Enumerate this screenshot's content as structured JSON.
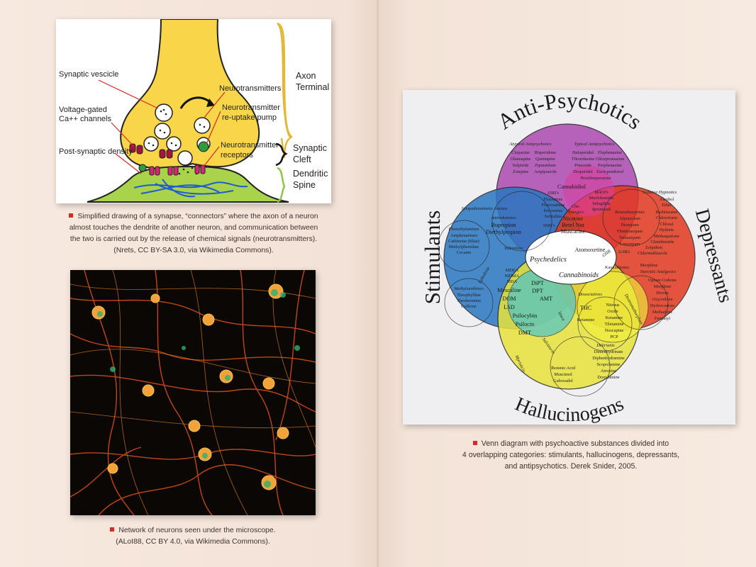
{
  "synapse_figure": {
    "labels": {
      "synaptic_vesicle": "Synaptic vescicle",
      "voltage_gated_1": "Voltage-gated",
      "voltage_gated_2": "Ca++ channels",
      "post_synaptic": "Post-synaptic density",
      "neurotransmitters": "Neurotransmitters",
      "reuptake_1": "Neurotransmitter",
      "reuptake_2": "re-uptake pump",
      "receptors_1": "Neurotransmitter",
      "receptors_2": "receptors",
      "axon_1": "Axon",
      "axon_2": "Terminal",
      "cleft_1": "Synaptic",
      "cleft_2": "Cleft",
      "spine_1": "Dendritic",
      "spine_2": "Spine"
    },
    "caption_lines": [
      "Simplified drawing of a synapse, “connectors” where the axon of a neuron",
      "almost touches the dendrite of another neuron, and communication between",
      "the two is carried out by the release of chemical signals (neurotransmitters).",
      "(Nrets, CC BY-SA 3.0, via Wikimedia Commons)."
    ]
  },
  "neurons_figure": {
    "caption_lines": [
      "Network of neurons seen under the microscope.",
      "(ALoI88, CC BY 4.0, via Wikimedia Commons)."
    ]
  },
  "venn_figure": {
    "titles": {
      "top": "Anti-Psychotics",
      "left": "Stimulants",
      "right": "Depressants",
      "bottom": "Hallucinogens"
    },
    "regions": {
      "atypical_title": "Atypical Antipsychotics",
      "typical_title": "Typical Antipsychotics",
      "atypical_items": [
        "Clopazine",
        "Olanzapine",
        "Sulpiride",
        "Zotepine"
      ],
      "atypical_items_2": [
        "Risperidone",
        "Quetiapine",
        "Ziprasidone",
        "Aripiprazole"
      ],
      "typical_items": [
        "Haloperidol",
        "Thioridazine",
        "Pimozide",
        "Droperidol"
      ],
      "typical_items_2": [
        "Fluphenazine",
        "Chlorpromazine",
        "Perphenazine",
        "Zuclopenthixol"
      ],
      "prochlorperazine": "Prochlorperazine",
      "cannabidiol": "Cannabidiol",
      "ssri_title": "SSRI's",
      "ssri_items": [
        "Fluoxetine",
        "Fluvoxamine",
        "Paroxetine",
        "Sertraline"
      ],
      "maoi_title": "MAOI's",
      "maoi_items": [
        "Moclobemide",
        "Selegiline",
        "Iproniazid"
      ],
      "snri": "SNRI's",
      "cholinergics_1": "Cho-",
      "cholinergics_2": "linergics",
      "cholinergics_items": [
        "Nicotine",
        "Betel Nut",
        "Muscarine"
      ],
      "sympath_title": "Sympathomimetic Amines",
      "aminoketones": "Aminoketones",
      "aminoketone_items": [
        "Bupropion",
        "Diethylpropion"
      ],
      "phenethylamines": "Phenethylamines",
      "phenethyl_items": [
        "Amphetamines",
        "Cathinone (Khat)",
        "Methylphenidate",
        "Cocaine"
      ],
      "yohimbine": "Yohimbine",
      "ephedrine": "Ephedrine",
      "xanthines_title": "Methylxanthines",
      "xanthine_items": [
        "Theophylline",
        "Theobromine",
        "Caffeine"
      ],
      "sedative_title": "Sedative Hypnotics",
      "sedative_items": [
        "Alcohol",
        "Ether",
        "Barbiturates",
        "Chloroform",
        "Chloral",
        "Hydrate",
        "Methaqualone",
        "Glutethimide",
        "Zolpidem",
        "Chlormethiazole"
      ],
      "benzo_title": "Benzodiazepines",
      "benzo_items": [
        "Alprazolam",
        "Diazepam",
        "Flunitrazepam",
        "Temazepam",
        "Lorazepam"
      ],
      "gaba": "GABA",
      "ghb": "GHB",
      "kava": "Kavalactones",
      "atomoxetine": "Atomoxetine",
      "psychedelics": "Psychedelics",
      "cannabinoids": "Cannabinoids",
      "mdma_items": [
        "MDEA",
        "MDMA",
        "MDA"
      ],
      "psy_items": [
        "Mescaline",
        "DOM",
        "LSD",
        "Psilocybin",
        "Psilocin",
        "DMT"
      ],
      "tryp_items": [
        "DiPT",
        "DPT",
        "AMT"
      ],
      "thc": "THC",
      "dissoc_title": "Dissociatives",
      "ketamine": "Ketamine",
      "dissoc_items": [
        "Nitrous",
        "Oxide",
        "Ketamine",
        "Tiletamine",
        "Noscapine",
        "PCP"
      ],
      "opioid_title": "Narcotic Analgesics",
      "opioid_items": [
        "Opium Codeine",
        "Morphine",
        "Heroin",
        "Oxycodone",
        "Hydrocodone",
        "Methadone",
        "Fentanyl"
      ],
      "morphine": "Morphine",
      "dextro": "Dextromethorphan",
      "vinca": "Vinca",
      "deliriants": "Deliriants",
      "deliriant_items": [
        "Dimenhydrinate",
        "Diphenhydramine",
        "Scopolamine",
        "Atropine",
        "Doxylamine"
      ],
      "ibotenic_items": [
        "Ibotenic Acid",
        "Muscimol",
        "Gaboxadol"
      ],
      "salvinorin": "Salvinorin",
      "myristicin": "Myristicin"
    },
    "caption_lines": [
      "Venn diagram with psychoactive substances divided into",
      "4 overlapping categories: stimulants, hallucinogens, depressants,",
      "and antipsychotics. Derek Snider, 2005."
    ]
  }
}
